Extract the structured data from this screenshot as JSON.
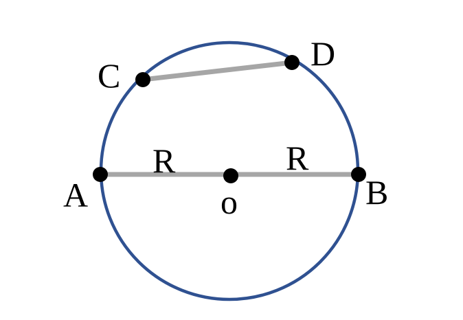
{
  "labels": {
    "a": "A",
    "b": "B",
    "c": "C",
    "d": "D",
    "o": "o",
    "r_left": "R",
    "r_right": "R"
  },
  "colors": {
    "circle": "#2f5191",
    "chord": "#a6a6a6",
    "point": "#000000",
    "background": "#ffffff"
  }
}
